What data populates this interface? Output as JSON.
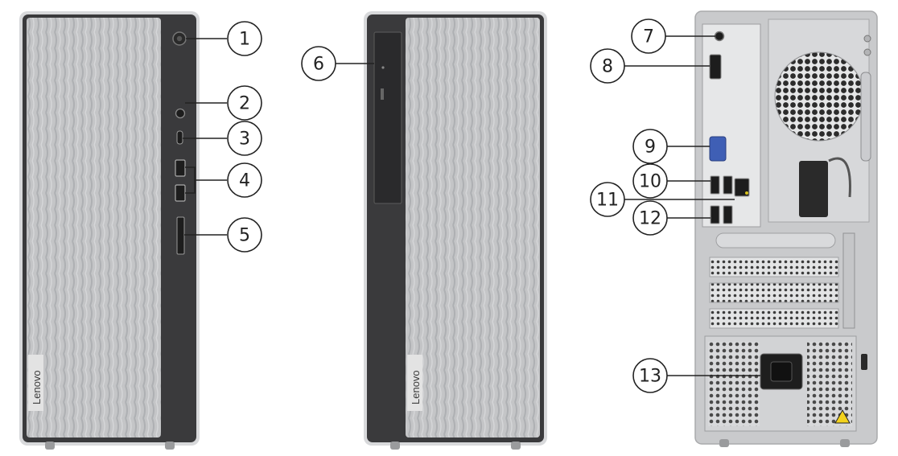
{
  "brand": {
    "logo_text": "Lenovo"
  },
  "callouts": [
    {
      "number": "1"
    },
    {
      "number": "2"
    },
    {
      "number": "3"
    },
    {
      "number": "4"
    },
    {
      "number": "5"
    },
    {
      "number": "6"
    },
    {
      "number": "7"
    },
    {
      "number": "8"
    },
    {
      "number": "9"
    },
    {
      "number": "10"
    },
    {
      "number": "11"
    },
    {
      "number": "12"
    },
    {
      "number": "13"
    }
  ],
  "colors": {
    "panel_silver": "#c4c5c7",
    "bezel_dark": "#3a3a3c",
    "chassis_metal": "#c9cacc",
    "vga_blue": "#3f5fb5",
    "warning_yellow": "#f3d21c",
    "callout_stroke": "#222222"
  }
}
